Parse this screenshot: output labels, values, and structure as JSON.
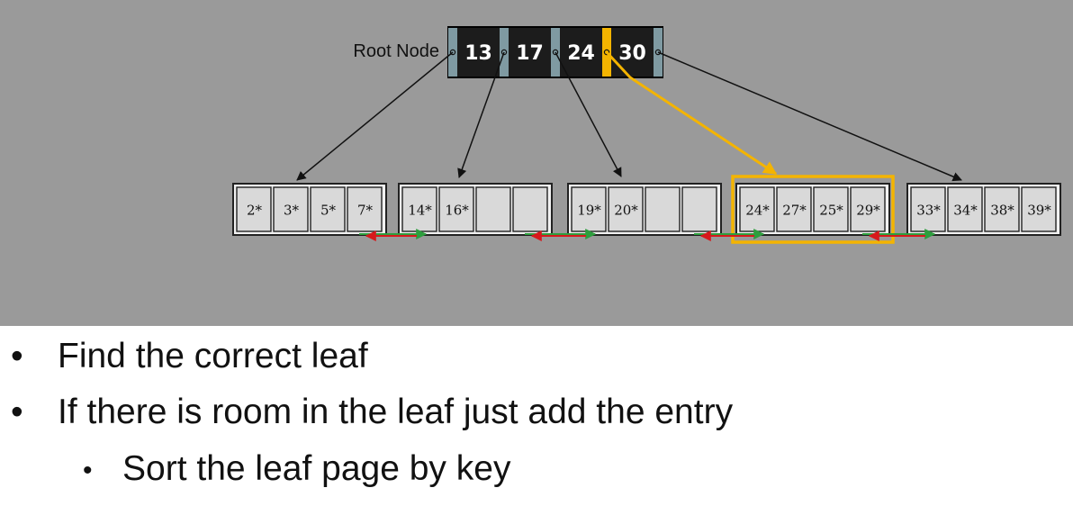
{
  "diagram": {
    "root_label": "Root Node",
    "root_keys": [
      "13",
      "17",
      "24",
      "30"
    ],
    "highlight_pointer": 3,
    "leaves": [
      [
        "2*",
        "3*",
        "5*",
        "7*"
      ],
      [
        "14*",
        "16*",
        "",
        ""
      ],
      [
        "19*",
        "20*",
        "",
        ""
      ],
      [
        "24*",
        "27*",
        "25*",
        "29*"
      ],
      [
        "33*",
        "34*",
        "38*",
        "39*"
      ]
    ],
    "highlight_leaf": 3,
    "colors": {
      "background": "#9a9a9a",
      "root_fill": "#1c1c1c",
      "pointer_fill": "#7f9aa2",
      "highlight": "#f4b400",
      "leaf_fill": "#d9d9d9",
      "sibling_forward": "#2e9e3e",
      "sibling_backward": "#d7191c"
    }
  },
  "bullets": [
    {
      "level": 1,
      "text": "Find the correct leaf"
    },
    {
      "level": 1,
      "text": "If there is room in the leaf just add the entry"
    },
    {
      "level": 2,
      "text": "Sort the leaf page by key"
    }
  ]
}
